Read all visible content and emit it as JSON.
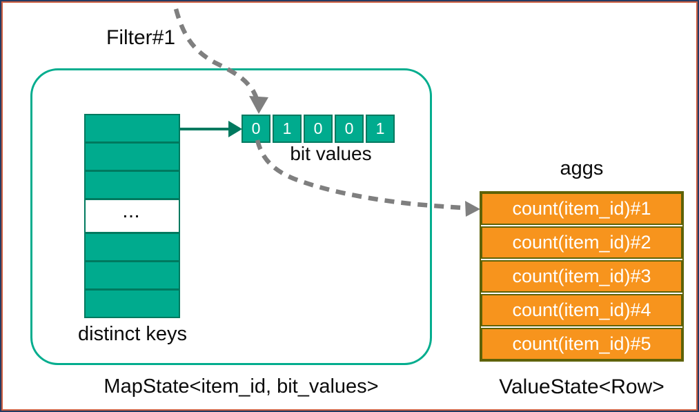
{
  "diagram": {
    "filter_label": "Filter#1",
    "map_state": {
      "label": "MapState<item_id, bit_values>",
      "distinct_keys_label": "distinct keys",
      "stack": {
        "ellipsis": "..."
      },
      "bit_row": {
        "values": [
          "0",
          "1",
          "0",
          "0",
          "1"
        ],
        "label": "bit values"
      }
    },
    "value_state": {
      "label": "ValueState<Row>",
      "aggs_label": "aggs",
      "rows": [
        "count(item_id)#1",
        "count(item_id)#2",
        "count(item_id)#3",
        "count(item_id)#4",
        "count(item_id)#5"
      ]
    },
    "colors": {
      "teal_fill": "#00AB8E",
      "teal_border": "#00795F",
      "container_border": "#03AD8E",
      "orange_fill": "#F7941D",
      "olive_border": "#5E6207",
      "arrow_gray": "#7F7F7F",
      "frame_outer": "#253B63",
      "frame_inner": "#CD5F41",
      "text": "#0b0b0b"
    }
  }
}
